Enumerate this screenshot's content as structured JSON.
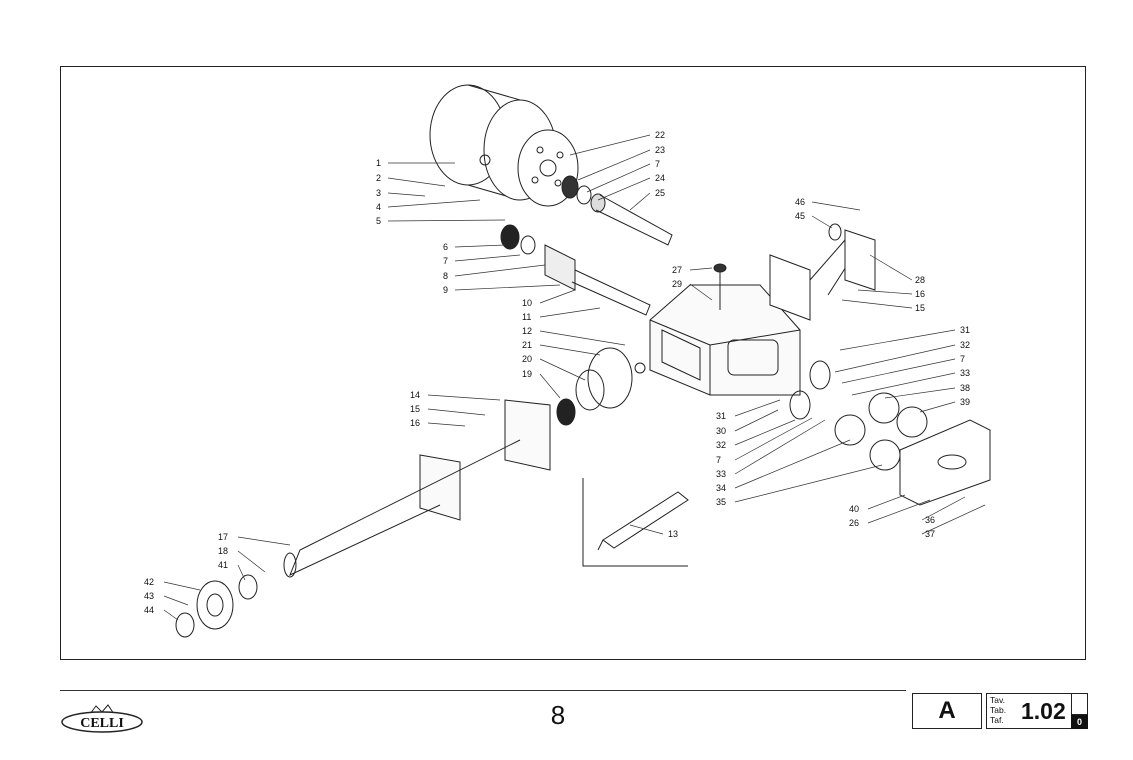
{
  "callouts": [
    "1",
    "2",
    "3",
    "4",
    "5",
    "6",
    "7",
    "8",
    "9",
    "10",
    "11",
    "12",
    "21",
    "20",
    "19",
    "14",
    "15",
    "16",
    "17",
    "18",
    "41",
    "42",
    "43",
    "44",
    "22",
    "23",
    "7",
    "24",
    "25",
    "27",
    "29",
    "46",
    "45",
    "28",
    "16",
    "15",
    "31",
    "32",
    "7",
    "33",
    "38",
    "39",
    "31",
    "30",
    "32",
    "7",
    "33",
    "34",
    "35",
    "40",
    "26",
    "36",
    "37",
    "13"
  ],
  "footer": {
    "brand": "CELLI",
    "page_number": "8",
    "section": "A",
    "table_labels": [
      "Tav.",
      "Tab.",
      "Taf."
    ],
    "table_number": "1.02",
    "revision": "0"
  }
}
